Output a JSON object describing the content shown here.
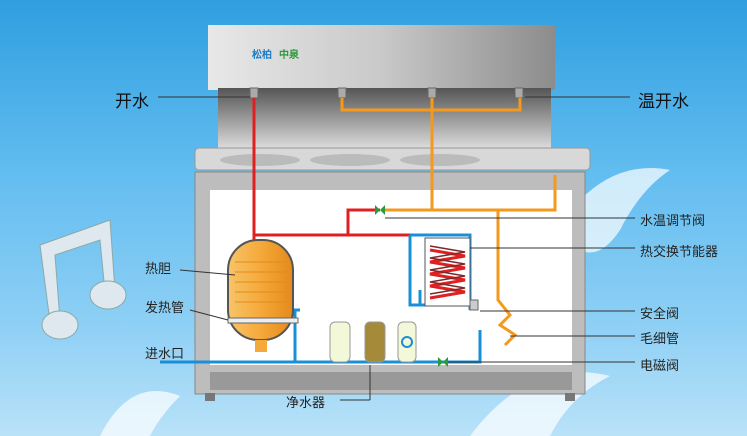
{
  "logo": {
    "brand_left": "松柏",
    "brand_right": "中泉"
  },
  "labels": {
    "boiling_water": "开水",
    "warm_water": "温开水",
    "hot_tank": "热胆",
    "heating_tube": "发热管",
    "water_inlet": "进水口",
    "purifier": "净水器",
    "temp_valve": "水温调节阀",
    "heat_exchanger": "热交换节能器",
    "safety_valve": "安全阀",
    "capillary": "毛细管",
    "solenoid_valve": "电磁阀"
  },
  "colors": {
    "hot_pipe": "#e02020",
    "warm_pipe": "#f39a1e",
    "cold_pipe": "#1a8fd8",
    "tank": "#f7b54a"
  }
}
